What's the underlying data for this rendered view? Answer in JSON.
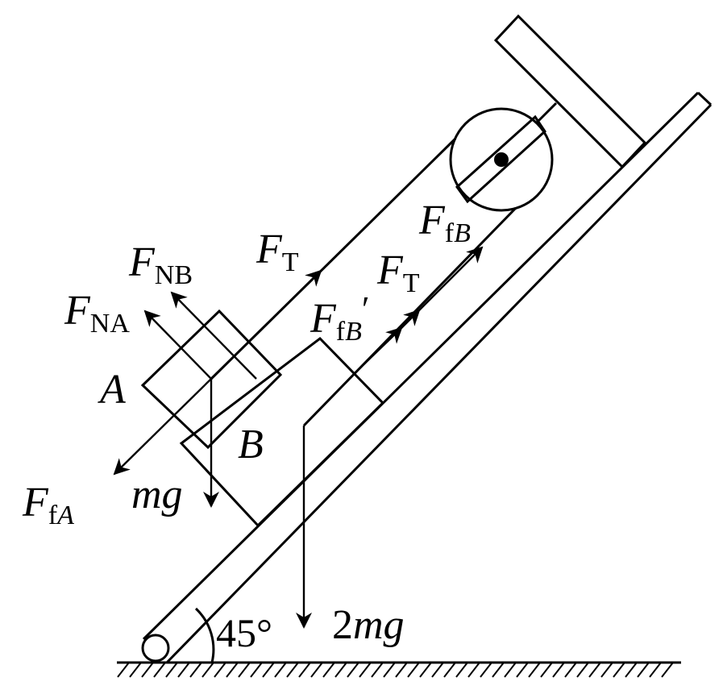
{
  "labels": {
    "angle": "45°",
    "block_a": "A",
    "block_b": "B",
    "force_main": "F",
    "sub_nb": "NB",
    "sub_na": "NA",
    "sub_t": "T",
    "sub_f": "f",
    "sub_a": "A",
    "sub_b": "B",
    "prime": "′",
    "weight_a": "mg",
    "weight_b_coef": "2",
    "weight_b_var": "mg"
  },
  "colors": {
    "ink": "#000000",
    "background": "#ffffff"
  }
}
